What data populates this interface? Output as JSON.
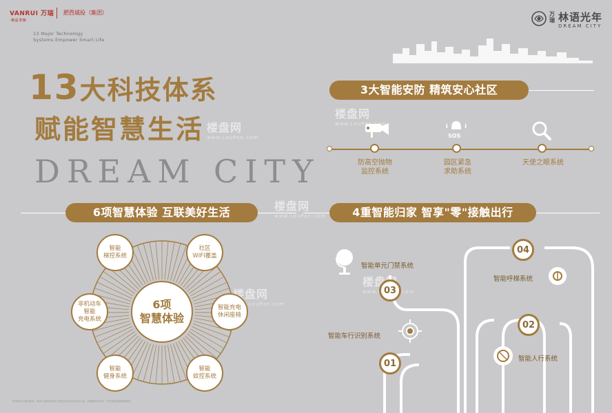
{
  "header": {
    "dev_logo": "VANRUI 万瑞",
    "dev_logo_sub": "·精益求精·",
    "partner_logo": "肥西城投（集团）",
    "tagline_line1": "13 Major Technology",
    "tagline_line2": "Systems Empower Smart Life",
    "project_mark": "万瑞",
    "project_name": "林语光年",
    "project_sub": "DREAM CITY"
  },
  "hero": {
    "title_num": "13",
    "title_rest": "大科技体系",
    "subtitle": "赋能智慧生活",
    "dream_text": "DREAM CITY"
  },
  "security": {
    "heading": "3大智能安防 精筑安心社区",
    "items": [
      {
        "label_line1": "防高空抛物",
        "label_line2": "监控系统",
        "icon": "camera-icon"
      },
      {
        "label_line1": "园区紧急",
        "label_line2": "求助系统",
        "icon": "sos-alarm-icon",
        "icon_text": "SOS"
      },
      {
        "label_line1": "天使之眼系统",
        "label_line2": "",
        "icon": "magnifier-icon"
      }
    ]
  },
  "experience": {
    "heading": "6项智慧体验 互联美好生活",
    "center_line1": "6项",
    "center_line2": "智慧体验",
    "nodes": [
      {
        "line1": "智能",
        "line2": "梯控系统",
        "line3": ""
      },
      {
        "line1": "社区",
        "line2": "WIFI覆盖",
        "line3": ""
      },
      {
        "line1": "智能充电",
        "line2": "休闲座椅",
        "line3": ""
      },
      {
        "line1": "智能",
        "line2": "蚊控系统",
        "line3": ""
      },
      {
        "line1": "智能",
        "line2": "健身系统",
        "line3": ""
      },
      {
        "line1": "非机动车",
        "line2": "智能",
        "line3": "充电系统"
      }
    ]
  },
  "homecoming": {
    "heading": "4重智能归家 智享\"零\"接触出行",
    "steps": [
      {
        "num": "01",
        "label": "智能车行识别系统",
        "icon": "target-icon"
      },
      {
        "num": "02",
        "label": "智能人行系统",
        "icon": "face-scan-icon"
      },
      {
        "num": "03",
        "label": "智能单元门禁系统",
        "icon": "lamp-icon"
      },
      {
        "num": "04",
        "label": "智能呼梯系统",
        "icon": "elevator-call-icon"
      }
    ]
  },
  "watermark": {
    "text": "楼盘网",
    "sub": "www.LouPan.com"
  },
  "footer": {
    "text": "本资料仅为要约邀请，具体以政府相关部门批准文件及买卖合同为准，效果图仅供参考，开发商保留最终解释权。"
  },
  "colors": {
    "background": "#c9c9cb",
    "gold": "#a37b3f",
    "white": "#ffffff",
    "brand_red": "#b2362e"
  }
}
